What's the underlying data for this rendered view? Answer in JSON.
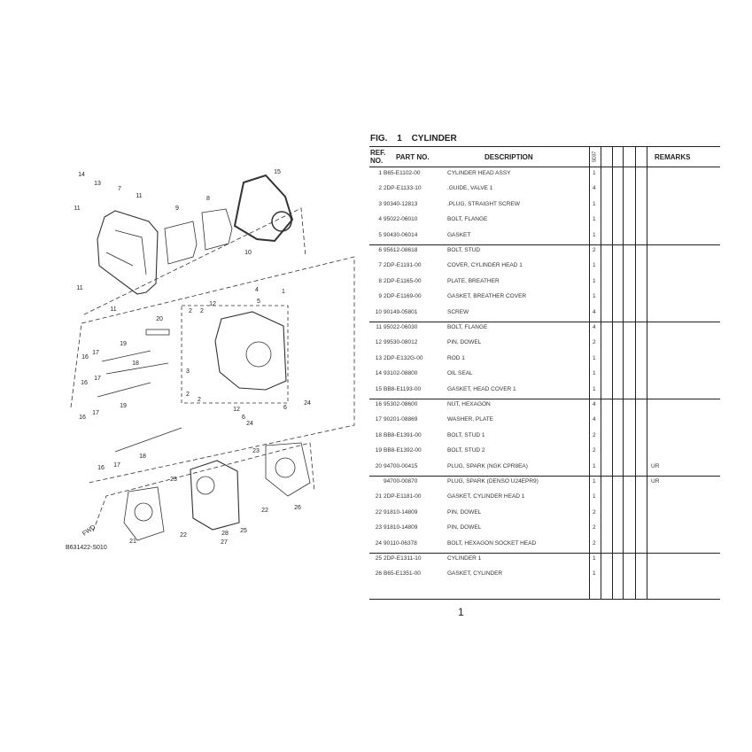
{
  "figure": {
    "label": "FIG.",
    "number": "1",
    "title": "CYLINDER"
  },
  "table": {
    "headers": {
      "ref": "REF.\nNO.",
      "ref_line1": "REF.",
      "ref_line2": "NO.",
      "part_no": "PART NO.",
      "description": "DESCRIPTION",
      "qty_code": "SD37",
      "remarks": "REMARKS"
    },
    "rows": [
      {
        "ref": "1",
        "part_no": "B65-E1102-00",
        "description": "CYLINDER HEAD ASSY",
        "qty": "1",
        "remarks": ""
      },
      {
        "ref": "2",
        "part_no": "2DP-E1133-10",
        "description": ".GUIDE, VALVE 1",
        "qty": "4",
        "remarks": ""
      },
      {
        "ref": "3",
        "part_no": "90340-12813",
        "description": ".PLUG, STRAIGHT SCREW",
        "qty": "1",
        "remarks": ""
      },
      {
        "ref": "4",
        "part_no": "95022-06010",
        "description": "BOLT, FLANGE",
        "qty": "1",
        "remarks": ""
      },
      {
        "ref": "5",
        "part_no": "90430-06014",
        "description": "GASKET",
        "qty": "1",
        "remarks": ""
      },
      {
        "ref": "6",
        "part_no": "95612-08618",
        "description": "BOLT, STUD",
        "qty": "2",
        "remarks": ""
      },
      {
        "ref": "7",
        "part_no": "2DP-E1191-00",
        "description": "COVER, CYLINDER HEAD 1",
        "qty": "1",
        "remarks": ""
      },
      {
        "ref": "8",
        "part_no": "2DP-E1165-00",
        "description": "PLATE, BREATHER",
        "qty": "1",
        "remarks": ""
      },
      {
        "ref": "9",
        "part_no": "2DP-E1169-00",
        "description": "GASKET, BREATHER COVER",
        "qty": "1",
        "remarks": ""
      },
      {
        "ref": "10",
        "part_no": "90149-05801",
        "description": "SCREW",
        "qty": "4",
        "remarks": ""
      },
      {
        "ref": "11",
        "part_no": "95022-06030",
        "description": "BOLT, FLANGE",
        "qty": "4",
        "remarks": ""
      },
      {
        "ref": "12",
        "part_no": "99530-08012",
        "description": "PIN, DOWEL",
        "qty": "2",
        "remarks": ""
      },
      {
        "ref": "13",
        "part_no": "2DP-E132G-00",
        "description": "ROD 1",
        "qty": "1",
        "remarks": ""
      },
      {
        "ref": "14",
        "part_no": "93102-08800",
        "description": "OIL SEAL",
        "qty": "1",
        "remarks": ""
      },
      {
        "ref": "15",
        "part_no": "BB8-E1193-00",
        "description": "GASKET, HEAD COVER 1",
        "qty": "1",
        "remarks": ""
      },
      {
        "ref": "16",
        "part_no": "95302-08600",
        "description": "NUT, HEXAGON",
        "qty": "4",
        "remarks": ""
      },
      {
        "ref": "17",
        "part_no": "90201-08869",
        "description": "WASHER, PLATE",
        "qty": "4",
        "remarks": ""
      },
      {
        "ref": "18",
        "part_no": "BB8-E1391-00",
        "description": "BOLT, STUD 1",
        "qty": "2",
        "remarks": ""
      },
      {
        "ref": "19",
        "part_no": "BB8-E1392-00",
        "description": "BOLT, STUD 2",
        "qty": "2",
        "remarks": ""
      },
      {
        "ref": "20",
        "part_no": "94700-00415",
        "description": "PLUG, SPARK (NGK CPR8EA)",
        "qty": "1",
        "remarks": "UR"
      },
      {
        "ref": "",
        "part_no": "94700-00870",
        "description": "PLUG, SPARK (DENSO U24EPR9)",
        "qty": "1",
        "remarks": "UR"
      },
      {
        "ref": "21",
        "part_no": "2DP-E1181-00",
        "description": "GASKET, CYLINDER HEAD 1",
        "qty": "1",
        "remarks": ""
      },
      {
        "ref": "22",
        "part_no": "91810-14809",
        "description": "PIN, DOWEL",
        "qty": "2",
        "remarks": ""
      },
      {
        "ref": "23",
        "part_no": "91810-14809",
        "description": "PIN, DOWEL",
        "qty": "2",
        "remarks": ""
      },
      {
        "ref": "24",
        "part_no": "90110-06378",
        "description": "BOLT, HEXAGON SOCKET HEAD",
        "qty": "2",
        "remarks": ""
      },
      {
        "ref": "25",
        "part_no": "2DP-E1311-10",
        "description": "CYLINDER 1",
        "qty": "1",
        "remarks": ""
      },
      {
        "ref": "26",
        "part_no": "B65-E1351-00",
        "description": "GASKET, CYLINDER",
        "qty": "1",
        "remarks": ""
      }
    ]
  },
  "diagram": {
    "code": "B631422-S010",
    "fwd_label": "FWD",
    "callouts": [
      "14",
      "13",
      "7",
      "11",
      "11",
      "9",
      "8",
      "15",
      "10",
      "11",
      "11",
      "4",
      "5",
      "1",
      "12",
      "2",
      "2",
      "20",
      "19",
      "16",
      "17",
      "18",
      "3",
      "16",
      "17",
      "19",
      "16",
      "17",
      "2",
      "2",
      "12",
      "6",
      "6",
      "24",
      "24",
      "18",
      "16",
      "17",
      "23",
      "23",
      "26",
      "22",
      "22",
      "28",
      "25",
      "21",
      "27"
    ]
  },
  "page_number": "1"
}
